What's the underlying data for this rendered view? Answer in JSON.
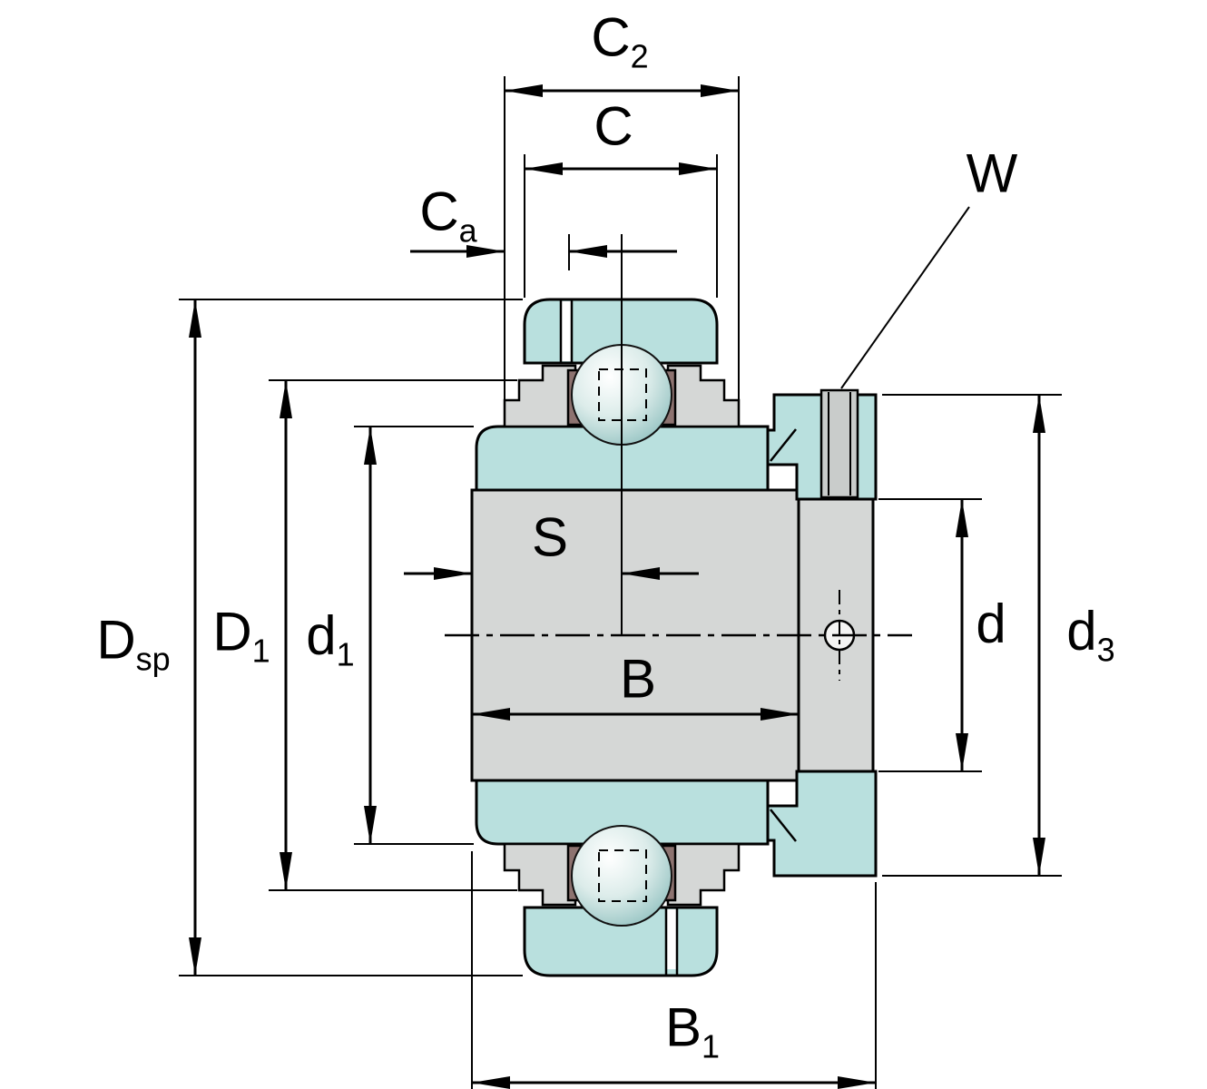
{
  "drawing": {
    "type": "technical-dimension-drawing",
    "subject": "Radial insert ball bearing with eccentric locking collar and set screw, cross-section with dimension callouts",
    "labels": {
      "c2": {
        "base": "C",
        "sub": "2"
      },
      "c": {
        "base": "C",
        "sub": ""
      },
      "ca": {
        "base": "C",
        "sub": "a"
      },
      "w": {
        "base": "W",
        "sub": ""
      },
      "s": {
        "base": "S",
        "sub": ""
      },
      "b": {
        "base": "B",
        "sub": ""
      },
      "b1": {
        "base": "B",
        "sub": "1"
      },
      "dsp": {
        "base": "D",
        "sub": "sp"
      },
      "D1": {
        "base": "D",
        "sub": "1"
      },
      "d1": {
        "base": "d",
        "sub": "1"
      },
      "d": {
        "base": "d",
        "sub": ""
      },
      "d3": {
        "base": "d",
        "sub": "3"
      }
    },
    "colors": {
      "background": "#ffffff",
      "ring_teal": "#b9e0de",
      "metal_gray": "#d5d7d6",
      "seal_maroon": "#8d7370",
      "screw_gray": "#c9cccb",
      "screw_hole_fill": "#f4f4f3",
      "slit_white": "#ffffff",
      "ball_center": "#ffffff",
      "ball_mid": "#dcecea",
      "ball_edge": "#8fc0bf",
      "line_black": "#000000"
    }
  }
}
